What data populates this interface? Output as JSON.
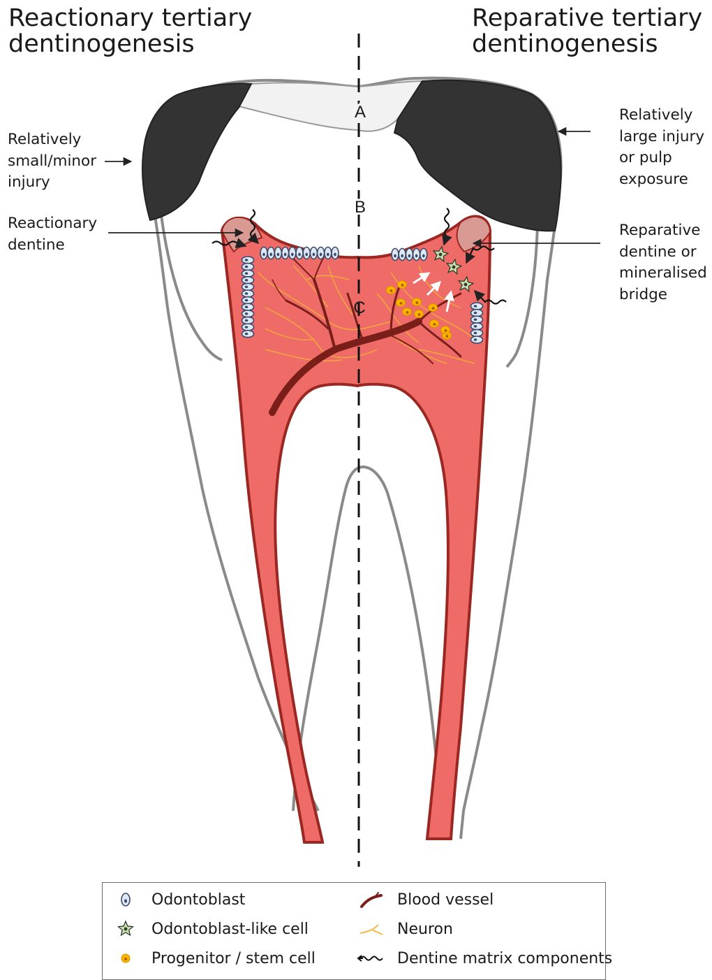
{
  "headings": {
    "left": [
      "Reactionary tertiary",
      "dentinogenesis"
    ],
    "right": [
      "Reparative tertiary",
      "dentinogenesis"
    ]
  },
  "annotations": {
    "small_injury": [
      "Relatively",
      "small/minor",
      "injury"
    ],
    "reactionary_dentine": [
      "Reactionary",
      "dentine"
    ],
    "large_injury": [
      "Relatively",
      "large injury",
      "or pulp",
      "exposure"
    ],
    "reparative_dentine": [
      "Reparative",
      "dentine or",
      "mineralised",
      "bridge"
    ]
  },
  "zones": {
    "a": "A",
    "b": "B",
    "c": "C"
  },
  "legend": {
    "odontoblast": "Odontoblast",
    "odontoblast_like": "Odontoblast-like cell",
    "progenitor": "Progenitor / stem cell",
    "blood_vessel": "Blood vessel",
    "neuron": "Neuron",
    "matrix": "Dentine matrix components"
  },
  "colors": {
    "pulp": "#ee6b67",
    "pulp_outline": "#9a2722",
    "caries": "#333333",
    "tooth_outline": "#8a8a8a",
    "tertiary_dentine": "#d99a94",
    "blood_vessel": "#7a1e1a",
    "neuron": "#f5b335",
    "progenitor": "#f5b800",
    "odontoblast": "#dfe9f5"
  }
}
